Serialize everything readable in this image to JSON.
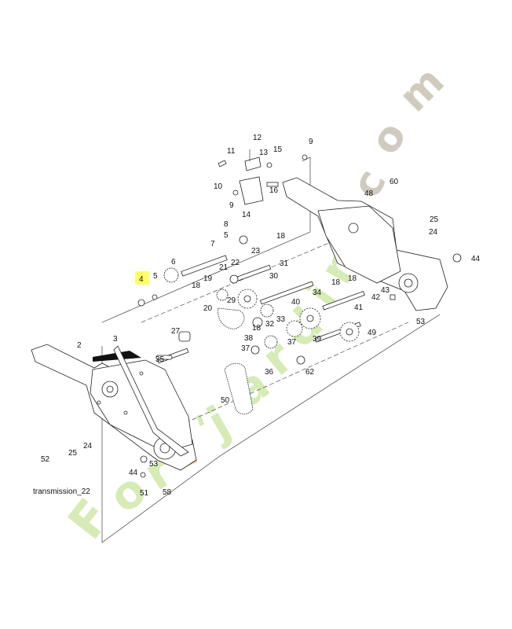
{
  "diagram": {
    "caption": "transmission_22",
    "highlight_color": "#ffff66",
    "labels": [
      {
        "id": "l11",
        "text": "11"
      },
      {
        "id": "l12",
        "text": "12"
      },
      {
        "id": "l13",
        "text": "13"
      },
      {
        "id": "l15",
        "text": "15"
      },
      {
        "id": "l9a",
        "text": "9"
      },
      {
        "id": "l10",
        "text": "10"
      },
      {
        "id": "l16",
        "text": "16"
      },
      {
        "id": "l9b",
        "text": "9"
      },
      {
        "id": "l14",
        "text": "14"
      },
      {
        "id": "l48",
        "text": "48"
      },
      {
        "id": "l60",
        "text": "60"
      },
      {
        "id": "l25a",
        "text": "25"
      },
      {
        "id": "l24a",
        "text": "24"
      },
      {
        "id": "l8",
        "text": "8"
      },
      {
        "id": "l5a",
        "text": "5"
      },
      {
        "id": "l7",
        "text": "7"
      },
      {
        "id": "l18a",
        "text": "18"
      },
      {
        "id": "l44a",
        "text": "44"
      },
      {
        "id": "l23",
        "text": "23"
      },
      {
        "id": "l31",
        "text": "31"
      },
      {
        "id": "l6",
        "text": "6"
      },
      {
        "id": "l21",
        "text": "21"
      },
      {
        "id": "l22",
        "text": "22"
      },
      {
        "id": "l30",
        "text": "30"
      },
      {
        "id": "l18b",
        "text": "18"
      },
      {
        "id": "l18c",
        "text": "18"
      },
      {
        "id": "l4",
        "text": "4"
      },
      {
        "id": "l5b",
        "text": "5"
      },
      {
        "id": "l19",
        "text": "19"
      },
      {
        "id": "l18d",
        "text": "18"
      },
      {
        "id": "l34",
        "text": "34"
      },
      {
        "id": "l43",
        "text": "43"
      },
      {
        "id": "l42",
        "text": "42"
      },
      {
        "id": "l20",
        "text": "20"
      },
      {
        "id": "l29",
        "text": "29"
      },
      {
        "id": "l40",
        "text": "40"
      },
      {
        "id": "l41",
        "text": "41"
      },
      {
        "id": "l53a",
        "text": "53"
      },
      {
        "id": "l32",
        "text": "32"
      },
      {
        "id": "l33",
        "text": "33"
      },
      {
        "id": "l18e",
        "text": "18"
      },
      {
        "id": "l27",
        "text": "27"
      },
      {
        "id": "l49",
        "text": "49"
      },
      {
        "id": "l38",
        "text": "38"
      },
      {
        "id": "l37a",
        "text": "37"
      },
      {
        "id": "l39",
        "text": "39"
      },
      {
        "id": "l2",
        "text": "2"
      },
      {
        "id": "l3",
        "text": "3"
      },
      {
        "id": "l37b",
        "text": "37"
      },
      {
        "id": "l35",
        "text": "35"
      },
      {
        "id": "l36",
        "text": "36"
      },
      {
        "id": "l62",
        "text": "62"
      },
      {
        "id": "l50",
        "text": "50"
      },
      {
        "id": "l25b",
        "text": "25"
      },
      {
        "id": "l24b",
        "text": "24"
      },
      {
        "id": "l52",
        "text": "52"
      },
      {
        "id": "l53b",
        "text": "53"
      },
      {
        "id": "l44b",
        "text": "44"
      },
      {
        "id": "l51",
        "text": "51"
      },
      {
        "id": "l58",
        "text": "58"
      }
    ]
  },
  "watermark": {
    "text": "Fort'jardin.com",
    "colors": [
      "#c8e6a0",
      "#f2b06a",
      "#c9bfb0"
    ]
  }
}
